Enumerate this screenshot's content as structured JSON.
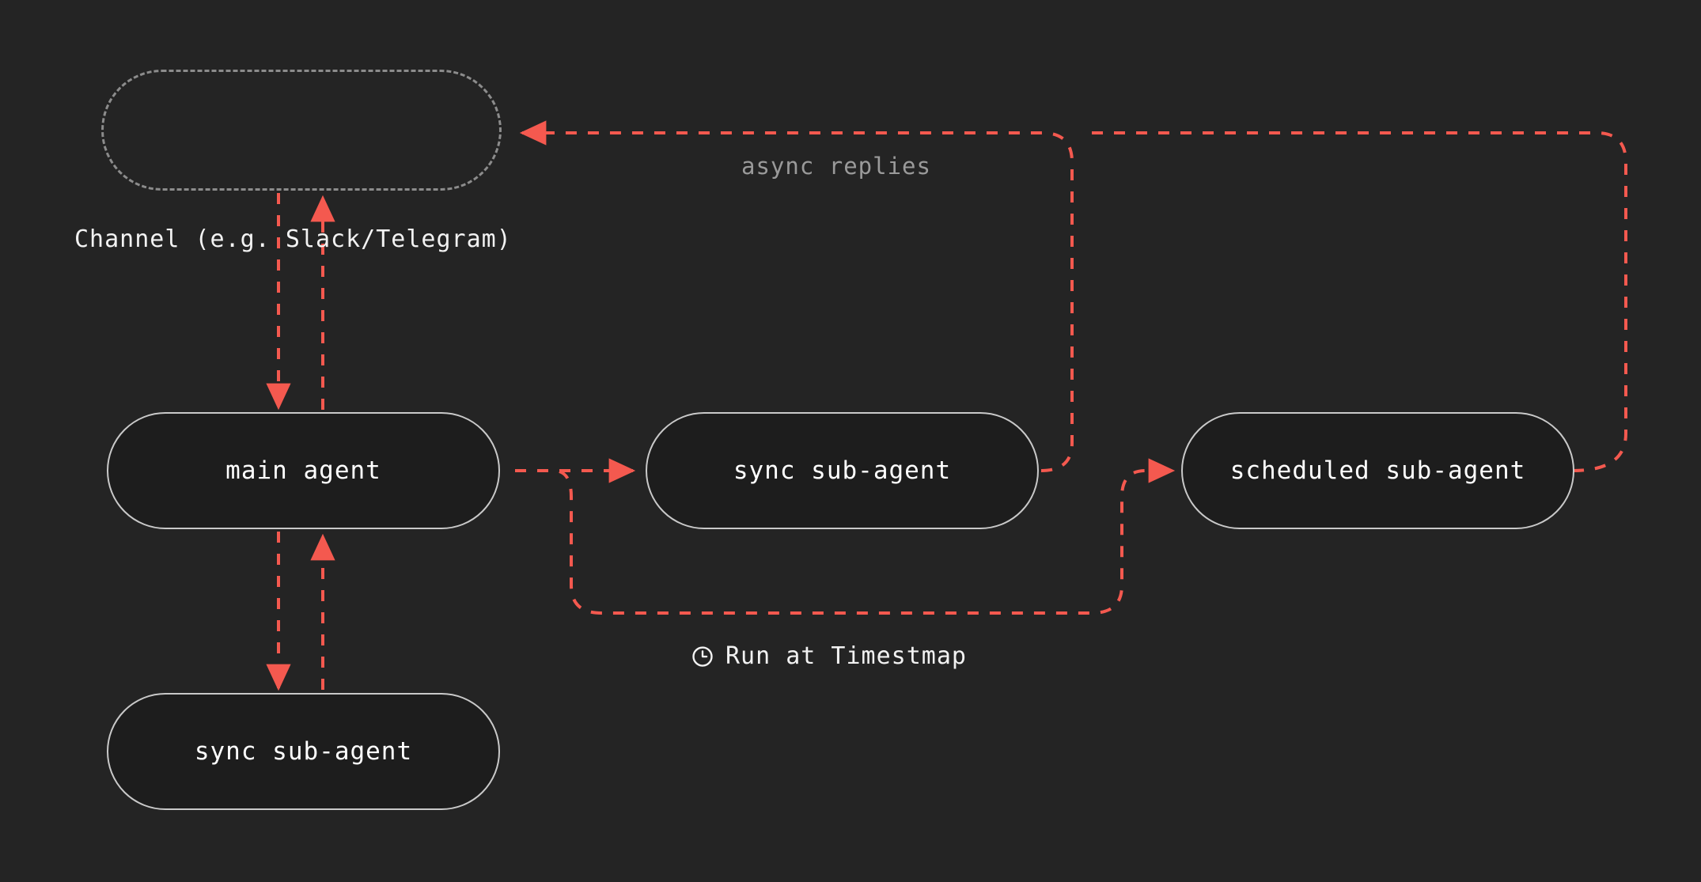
{
  "theme": {
    "background": "#242424",
    "node_fill": "#1d1d1d",
    "node_border": "#c9c9c9",
    "channel_border": "#8c8c8c",
    "edge_color": "#f4594f",
    "node_text": "#ffffff",
    "muted_text": "#9a9a9a"
  },
  "diagram": {
    "type": "flowchart",
    "nodes": [
      {
        "id": "channel",
        "label": "",
        "shape": "dashed-rounded-box"
      },
      {
        "id": "main",
        "label": "main agent",
        "shape": "pill"
      },
      {
        "id": "sync_right",
        "label": "sync sub-agent",
        "shape": "pill"
      },
      {
        "id": "scheduled",
        "label": "scheduled sub-agent",
        "shape": "pill"
      },
      {
        "id": "sync_down",
        "label": "sync sub-agent",
        "shape": "pill"
      }
    ],
    "labels": {
      "channel_caption": "Channel (e.g. Slack/Telegram)",
      "async_replies": "async replies",
      "run_at_timestamp": "Run at Timestmap",
      "clock_icon": "clock-icon"
    },
    "edges": [
      {
        "from": "channel",
        "to": "main",
        "style": "dashed",
        "direction": "down"
      },
      {
        "from": "main",
        "to": "channel",
        "style": "dashed",
        "direction": "up"
      },
      {
        "from": "main",
        "to": "sync_down",
        "style": "dashed",
        "direction": "down"
      },
      {
        "from": "sync_down",
        "to": "main",
        "style": "dashed",
        "direction": "up"
      },
      {
        "from": "main",
        "to": "sync_right",
        "style": "dashed",
        "direction": "right"
      },
      {
        "from": "main",
        "to": "scheduled",
        "style": "dashed",
        "direction": "right",
        "label": "Run at Timestmap"
      },
      {
        "from": "sync_right",
        "to": "channel",
        "style": "dashed",
        "direction": "up-left",
        "label": "async replies"
      },
      {
        "from": "scheduled",
        "to": "channel",
        "style": "dashed",
        "direction": "up-left",
        "label": "async replies"
      }
    ]
  }
}
